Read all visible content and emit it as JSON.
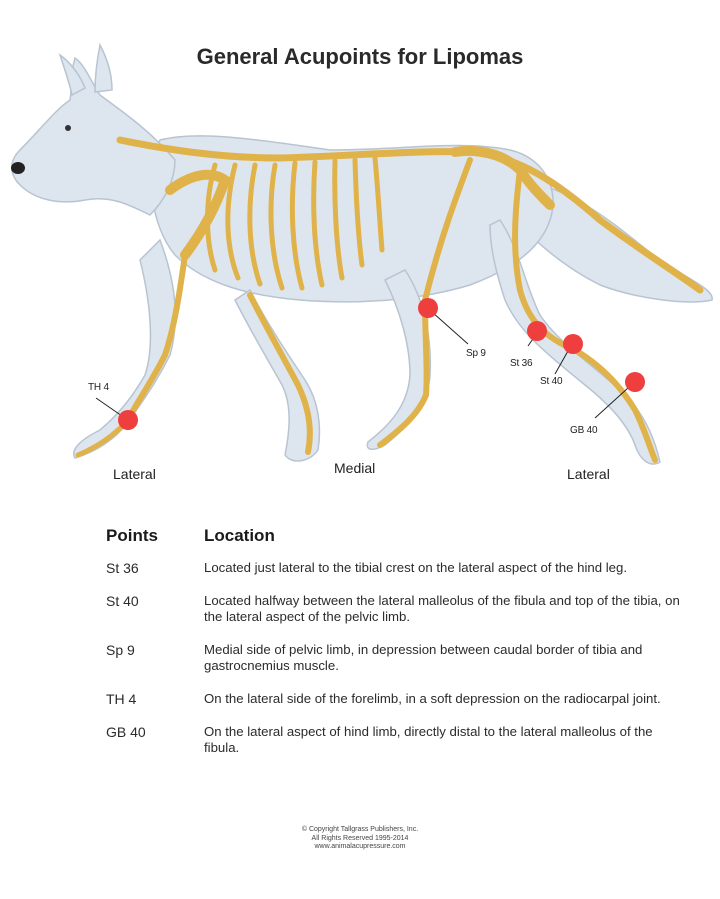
{
  "title": "General Acupoints for Lipomas",
  "figure": {
    "points": [
      {
        "label": "TH 4"
      },
      {
        "label": "Sp 9"
      },
      {
        "label": "St 36"
      },
      {
        "label": "St 40"
      },
      {
        "label": "GB 40"
      }
    ],
    "views": {
      "left": "Lateral",
      "middle": "Medial",
      "right": "Lateral"
    },
    "colors": {
      "acupoint": "#ee3e3e",
      "bone": "#e0b24a",
      "fur": "#dde5ee"
    }
  },
  "table": {
    "headers": {
      "points": "Points",
      "location": "Location"
    },
    "rows": [
      {
        "point": "St 36",
        "location": "Located just lateral to the tibial crest on the lateral aspect of the hind leg."
      },
      {
        "point": "St 40",
        "location": "Located halfway between the lateral malleolus of the fibula and top of the tibia, on the lateral aspect of the pelvic limb."
      },
      {
        "point": "Sp 9",
        "location": "Medial side of pelvic limb, in depression between caudal border of tibia and gastrocnemius muscle."
      },
      {
        "point": "TH 4",
        "location": "On the lateral side of the forelimb, in a soft depression on the radiocarpal joint."
      },
      {
        "point": "GB 40",
        "location": "On the lateral aspect of hind limb, directly distal to the lateral malleolus of the fibula."
      }
    ]
  },
  "footer": {
    "line1": "© Copyright Tallgrass Publishers, Inc.",
    "line2": "All Rights Reserved 1995-2014",
    "line3": "www.animalacupressure.com"
  }
}
